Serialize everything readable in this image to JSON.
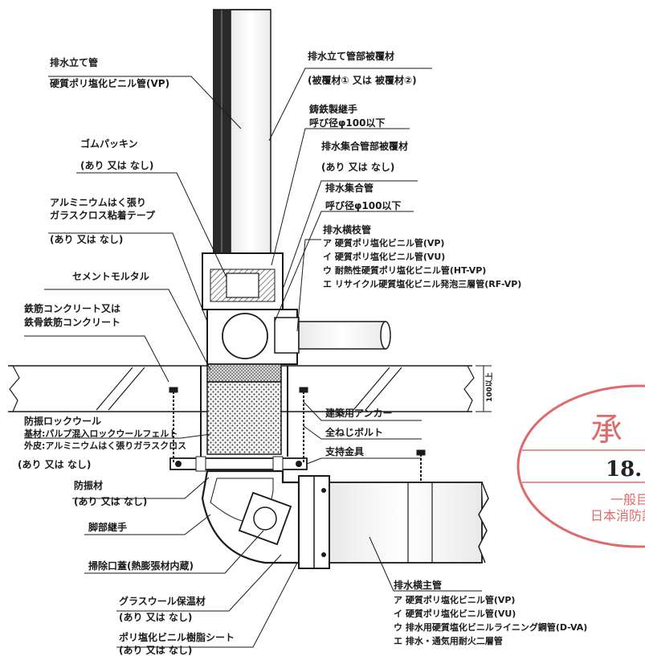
{
  "labels": {
    "stack_pipe": "排水立て管",
    "stack_pipe_material": "硬質ポリ塩化ビニル管(VP)",
    "stack_cover": "排水立て管部被覆材",
    "stack_cover_options": "(被覆材① 又は 被覆材②)",
    "cast_iron_joint": "鋳鉄製継手",
    "cast_iron_joint_size": "呼び径φ100以下",
    "rubber_packing": "ゴムパッキン",
    "rubber_packing_opt": "(あり 又は なし)",
    "collector_cover": "排水集合管部被覆材",
    "collector_cover_opt": "(あり 又は なし)",
    "alu_tape_1": "アルミニウムはく張り",
    "alu_tape_2": "ガラスクロス粘着テープ",
    "alu_tape_opt": "(あり 又は なし)",
    "collector_pipe": "排水集合管",
    "collector_pipe_size": "呼び径φ100以下",
    "branch_pipe": "排水横枝管",
    "branch_a": "ア 硬質ポリ塩化ビニル管(VP)",
    "branch_i": "イ 硬質ポリ塩化ビニル管(VU)",
    "branch_u": "ウ 耐熱性硬質ポリ塩化ビニル管(HT-VP)",
    "branch_e": "エ リサイクル硬質塩化ビニル発泡三層管(RF-VP)",
    "cement_mortar": "セメントモルタル",
    "rc_1": "鉄筋コンクリート又は",
    "rc_2": "鉄骨鉄筋コンクリート",
    "dimension": "100以上",
    "rockwool_1": "防振ロックウール",
    "rockwool_2": "基材:パルプ混入ロックウールフェルト",
    "rockwool_3": "外皮:アルミニウムはく張りガラスクロス",
    "rockwool_opt": "(あり 又は なし)",
    "anchor": "建築用アンカー",
    "bolt": "全ねじボルト",
    "bracket": "支持金具",
    "vibration_mat": "防振材",
    "vibration_mat_opt": "(あり 又は なし)",
    "elbow": "脚部継手",
    "cleanout": "掃除口蓋(熱膨張材内蔵)",
    "glasswool": "グラスウール保温材",
    "glasswool_opt": "(あり 又は なし)",
    "pvc_sheet": "ポリ塩化ビニル樹脂シート",
    "pvc_sheet_opt": "(あり 又は なし)",
    "main_pipe": "排水横主管",
    "main_a": "ア 硬質ポリ塩化ビニル管(VP)",
    "main_i": "イ 硬質ポリ塩化ビニル管(VU)",
    "main_u": "ウ 排水用硬質塩化ビニルライニング鋼管(D-VA)",
    "main_e": "エ 排水・通気用耐火二層管"
  },
  "stamp": {
    "char": "承",
    "number": "18.",
    "line1": "一般目",
    "line2": "日本消防設"
  },
  "colors": {
    "line": "#1a1a1a",
    "stamp": "#e06a6a"
  }
}
